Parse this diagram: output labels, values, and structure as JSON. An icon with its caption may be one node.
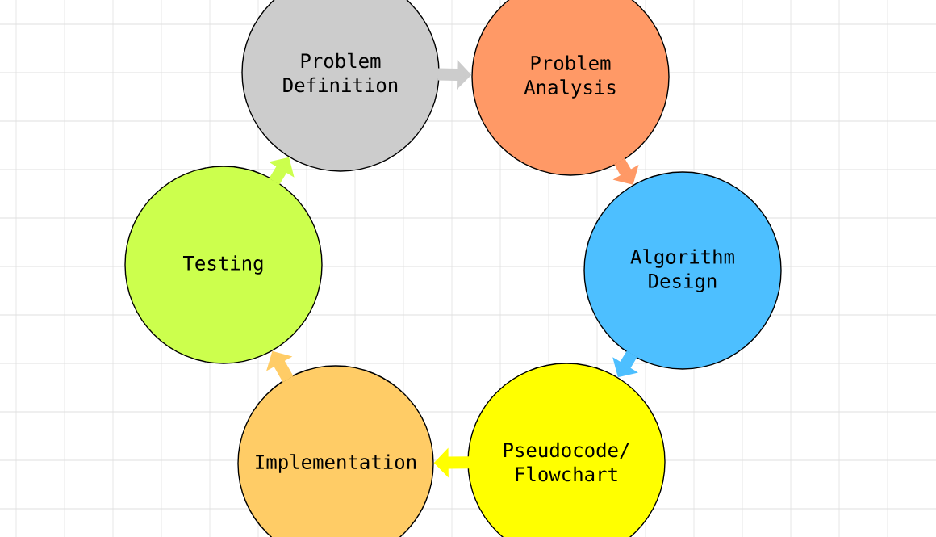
{
  "diagram": {
    "nodes": [
      {
        "text": [
          "Problem Definition"
        ]
      },
      {
        "text": [
          "Problem Analysis"
        ]
      },
      {
        "text": [
          "Algorithm Design"
        ]
      },
      {
        "text": [
          "Pseudocode/ Flowchart"
        ]
      },
      {
        "text": [
          "Implementation"
        ]
      },
      {
        "text": [
          "Testing"
        ]
      }
    ],
    "edges": [
      {
        "from": 0,
        "to": 1,
        "arrow": "to",
        "color": "#cccccc"
      },
      {
        "from": 1,
        "to": 2,
        "arrow": "to",
        "color": "#ff9966"
      },
      {
        "from": 2,
        "to": 3,
        "arrow": "to",
        "color": "#4dbfff"
      },
      {
        "from": 3,
        "to": 4,
        "arrow": "to",
        "color": "#ffff00"
      },
      {
        "from": 4,
        "to": 5,
        "arrow": "to",
        "color": "#ffcc66"
      },
      {
        "from": 5,
        "to": 0,
        "arrow": "to",
        "color": "#ccff4d"
      }
    ]
  }
}
